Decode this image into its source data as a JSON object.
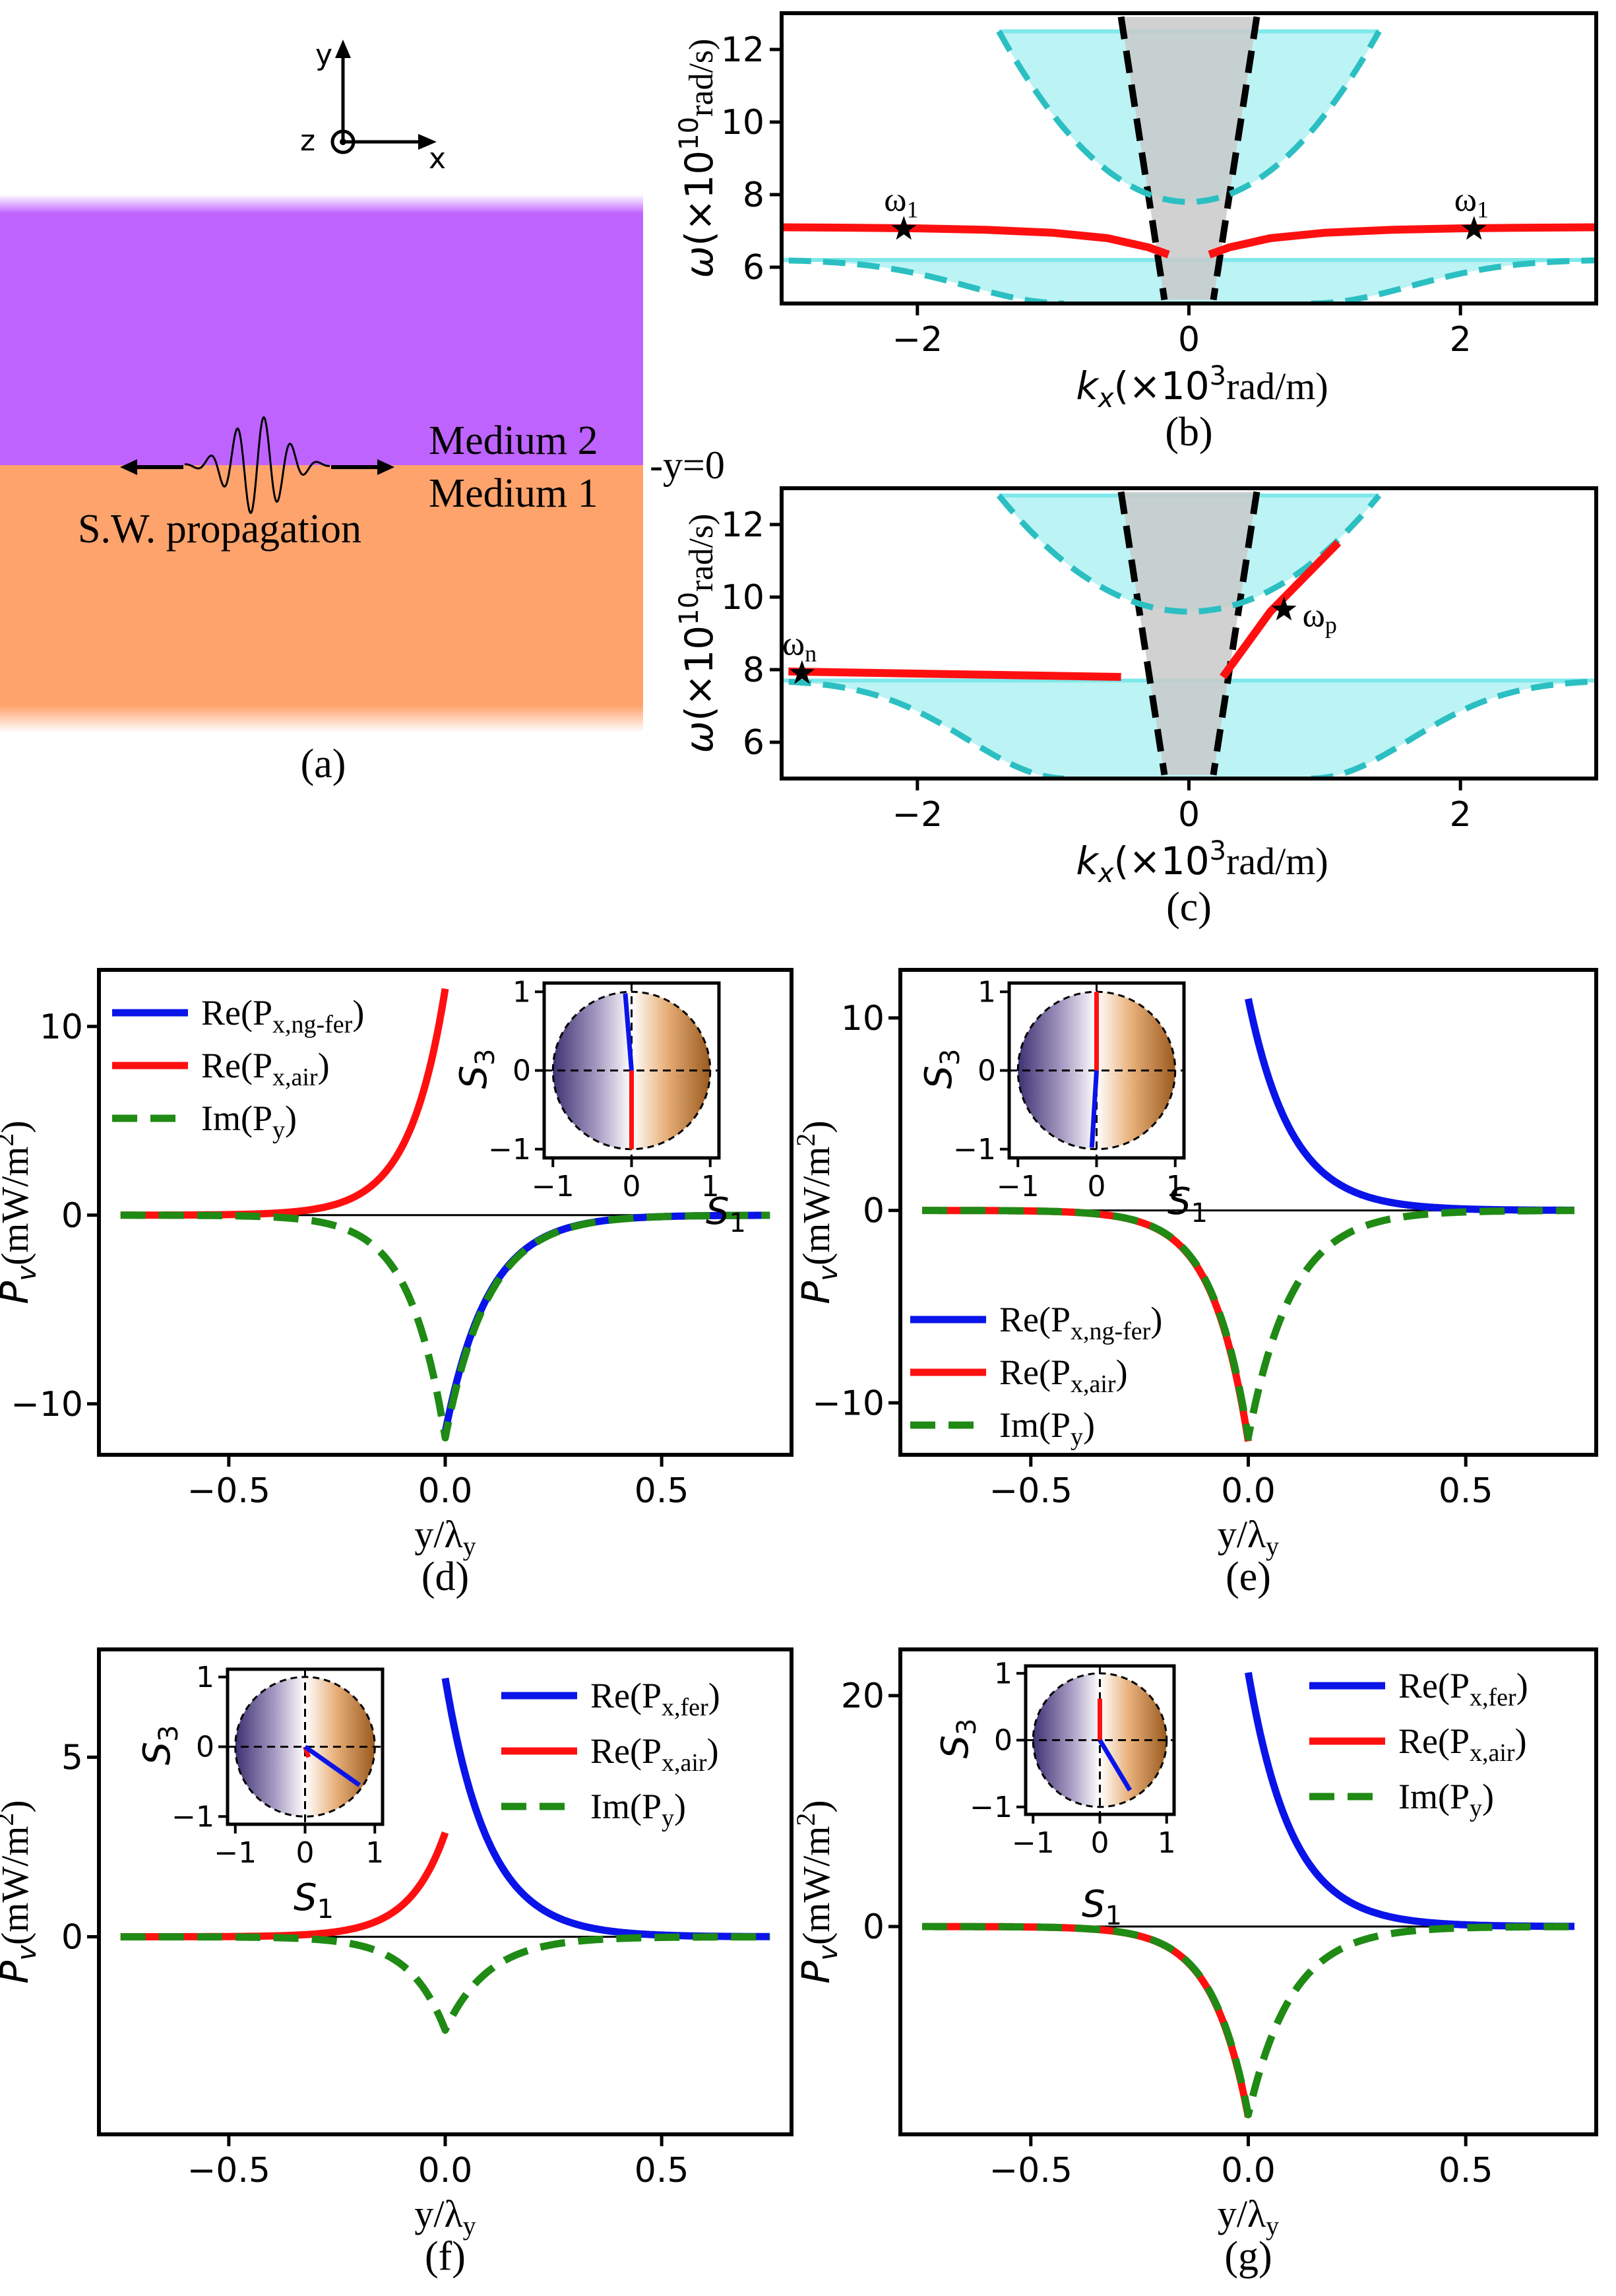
{
  "panel_a": {
    "axis_y": "y",
    "axis_x": "x",
    "axis_z": "z",
    "medium_2": "Medium 2",
    "medium_1": "Medium 1",
    "interface": "-y=0",
    "propagation": "S.W. propagation",
    "caption": "(a)",
    "colors": {
      "medium_2": "#bf63ff",
      "medium_1": "#ffa36c"
    }
  },
  "colors": {
    "blue": "#0a14e8",
    "red": "#ff1010",
    "green": "#1f8a14",
    "cyan": "#2bbfc2",
    "band_fill": "#9feef0",
    "cone_fill": "#c9c9c9"
  },
  "chart_data": [
    {
      "id": "b",
      "type": "line",
      "caption": "(b)",
      "xlabel": "k_x(×10^3 rad/m)",
      "ylabel": "ω(×10^10 rad/s)",
      "xlim": [
        -3,
        3
      ],
      "ylim": [
        5,
        13
      ],
      "xticks": [
        "−2",
        "0",
        "2"
      ],
      "yticks": [
        "6",
        "8",
        "10",
        "12"
      ],
      "upper_band": {
        "edge": 7.8,
        "top": 12.5
      },
      "lower_band": {
        "edge": 6.2,
        "bottom": 5.0
      },
      "series": [
        {
          "x": [
            -3.0,
            -2.5,
            -2.0,
            -1.5,
            -1.0,
            -0.6,
            -0.3,
            -0.15
          ],
          "y": [
            7.1,
            7.09,
            7.07,
            7.03,
            6.95,
            6.8,
            6.55,
            6.35
          ]
        },
        {
          "x": [
            0.15,
            0.3,
            0.6,
            1.0,
            1.5,
            2.0,
            2.5,
            3.0
          ],
          "y": [
            6.35,
            6.55,
            6.8,
            6.95,
            7.03,
            7.07,
            7.09,
            7.1
          ]
        }
      ],
      "markers": [
        {
          "label": "ω1",
          "x": -2.1,
          "y": 7.05
        },
        {
          "label": "ω1",
          "x": 2.1,
          "y": 7.05
        }
      ]
    },
    {
      "id": "c",
      "type": "line",
      "caption": "(c)",
      "xlabel": "k_x(×10^3 rad/m)",
      "ylabel": "ω(×10^10 rad/s)",
      "xlim": [
        -3,
        3
      ],
      "ylim": [
        5,
        13
      ],
      "xticks": [
        "−2",
        "0",
        "2"
      ],
      "yticks": [
        "6",
        "8",
        "10",
        "12"
      ],
      "upper_band": {
        "edge": 9.6,
        "top": 12.8
      },
      "lower_band": {
        "edge": 7.7,
        "bottom": 5.0
      },
      "series": [
        {
          "x": [
            -2.95,
            -0.5
          ],
          "y": [
            7.95,
            7.8
          ]
        },
        {
          "x": [
            0.25,
            0.6,
            1.1
          ],
          "y": [
            7.8,
            9.6,
            11.5
          ]
        }
      ],
      "markers": [
        {
          "label": "ωn",
          "x": -2.85,
          "y": 7.9
        },
        {
          "label": "ωp",
          "x": 0.7,
          "y": 9.65
        }
      ]
    },
    {
      "id": "d",
      "type": "line",
      "caption": "(d)",
      "xlabel": "y/λy",
      "ylabel": "Pv(mW/m²)",
      "xlim": [
        -0.8,
        0.8
      ],
      "ylim": [
        -12.7,
        13
      ],
      "xticks": [
        "−0.5",
        "0.0",
        "0.5"
      ],
      "yticks": [
        "−10",
        "0",
        "10"
      ],
      "ytick_values": [
        -10,
        0,
        10
      ],
      "legend_position": "top-left",
      "series": [
        {
          "name": "Re(Px,ng-fer)",
          "color": "blue",
          "side": "right",
          "amplitude": -11.5,
          "decay": 10
        },
        {
          "name": "Re(Px,air)",
          "color": "red",
          "side": "left",
          "amplitude": 12.0,
          "decay": 12
        },
        {
          "name": "Im(Py)",
          "color": "green",
          "side": "both",
          "amplitude": -11.8,
          "decay_left": 12,
          "decay_right": 10
        }
      ],
      "inset": {
        "xlabel": "S1",
        "ylabel": "S3",
        "ticks": [
          "−1",
          "0",
          "1"
        ],
        "red_vector": [
          0.0,
          -1.0
        ],
        "blue_vector": [
          -0.08,
          0.98
        ]
      }
    },
    {
      "id": "e",
      "type": "line",
      "caption": "(e)",
      "xlabel": "y/λy",
      "ylabel": "Pv(mW/m²)",
      "xlim": [
        -0.8,
        0.8
      ],
      "ylim": [
        -12.7,
        12.5
      ],
      "xticks": [
        "−0.5",
        "0.0",
        "0.5"
      ],
      "yticks": [
        "−10",
        "0",
        "10"
      ],
      "ytick_values": [
        -10,
        0,
        10
      ],
      "legend_position": "bottom-left",
      "series": [
        {
          "name": "Re(Px,ng-fer)",
          "color": "blue",
          "side": "right",
          "amplitude": 11.0,
          "decay": 10
        },
        {
          "name": "Re(Px,air)",
          "color": "red",
          "side": "left",
          "amplitude": -12.0,
          "decay": 12
        },
        {
          "name": "Im(Py)",
          "color": "green",
          "side": "both",
          "amplitude": -11.8,
          "decay_left": 12,
          "decay_right": 10
        }
      ],
      "inset": {
        "xlabel": "S1",
        "ylabel": "S3",
        "ticks": [
          "−1",
          "0",
          "1"
        ],
        "red_vector": [
          0.0,
          1.0
        ],
        "blue_vector": [
          -0.06,
          -0.98
        ]
      }
    },
    {
      "id": "f",
      "type": "line",
      "caption": "(f)",
      "xlabel": "y/λy",
      "ylabel": "Pv(mW/m²)",
      "xlim": [
        -0.8,
        0.8
      ],
      "ylim": [
        -5.5,
        8
      ],
      "xticks": [
        "−0.5",
        "0.0",
        "0.5"
      ],
      "yticks": [
        "0",
        "5"
      ],
      "ytick_values": [
        0,
        5
      ],
      "legend_position": "top-right",
      "series": [
        {
          "name": "Re(Px,fer)",
          "color": "blue",
          "side": "right",
          "amplitude": 7.2,
          "decay": 10
        },
        {
          "name": "Re(Px,air)",
          "color": "red",
          "side": "left",
          "amplitude": 2.9,
          "decay": 12
        },
        {
          "name": "Im(Py)",
          "color": "green",
          "side": "both",
          "amplitude": -2.6,
          "decay_left": 12,
          "decay_right": 10
        }
      ],
      "inset": {
        "xlabel": "S1",
        "ylabel": "S3",
        "ticks": [
          "−1",
          "0",
          "1"
        ],
        "red_vector": [
          0.05,
          -0.15
        ],
        "blue_vector": [
          0.78,
          -0.55
        ]
      }
    },
    {
      "id": "g",
      "type": "line",
      "caption": "(g)",
      "xlabel": "y/λy",
      "ylabel": "Pv(mW/m²)",
      "xlim": [
        -0.8,
        0.8
      ],
      "ylim": [
        -18,
        24
      ],
      "xticks": [
        "−0.5",
        "0.0",
        "0.5"
      ],
      "yticks": [
        "0",
        "20"
      ],
      "ytick_values": [
        0,
        20
      ],
      "legend_position": "top-right",
      "series": [
        {
          "name": "Re(Px,fer)",
          "color": "blue",
          "side": "right",
          "amplitude": 22.0,
          "decay": 10
        },
        {
          "name": "Re(Px,air)",
          "color": "red",
          "side": "left",
          "amplitude": -16.5,
          "decay": 12
        },
        {
          "name": "Im(Py)",
          "color": "green",
          "side": "both",
          "amplitude": -16.3,
          "decay_left": 12,
          "decay_right": 10
        }
      ],
      "inset": {
        "xlabel": "S1",
        "ylabel": "S3",
        "ticks": [
          "−1",
          "0",
          "1"
        ],
        "red_vector": [
          0.0,
          0.62
        ],
        "blue_vector": [
          0.45,
          -0.75
        ]
      }
    }
  ]
}
